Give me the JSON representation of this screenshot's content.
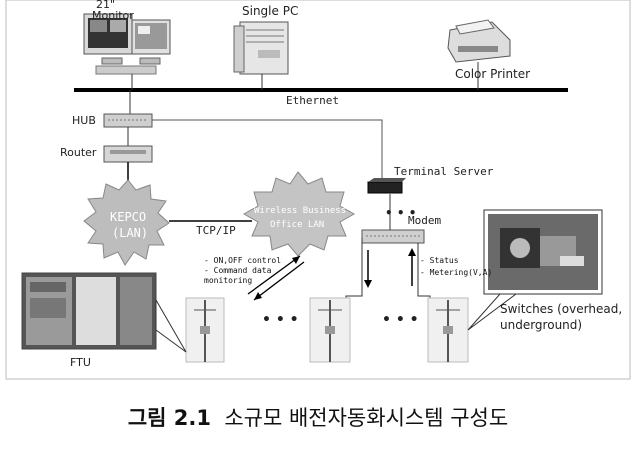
{
  "labels": {
    "monitor_size": "21\"",
    "monitor": "Monitor",
    "single_pc": "Single PC",
    "color_printer": "Color Printer",
    "ethernet": "Ethernet",
    "hub": "HUB",
    "router": "Router",
    "terminal_server": "Terminal Server",
    "kepco_line1": "KEPCO",
    "kepco_line2": "(LAN)",
    "wireless_line1": "Wireless Business",
    "wireless_line2": "Office LAN",
    "tcpip": "TCP/IP",
    "modem": "Modem",
    "dots": "• • •",
    "control_1": "- ON,OFF control",
    "control_2": "- Command data",
    "control_3": "  monitoring",
    "status_1": "- Status",
    "status_2": "- Metering(V,A)",
    "switches_line1": "Switches (overhead,",
    "switches_line2": "underground)",
    "ftu": "FTU"
  },
  "caption": {
    "prefix": "그림 2.1",
    "title": "소규모 배전자동화시스템 구성도"
  }
}
